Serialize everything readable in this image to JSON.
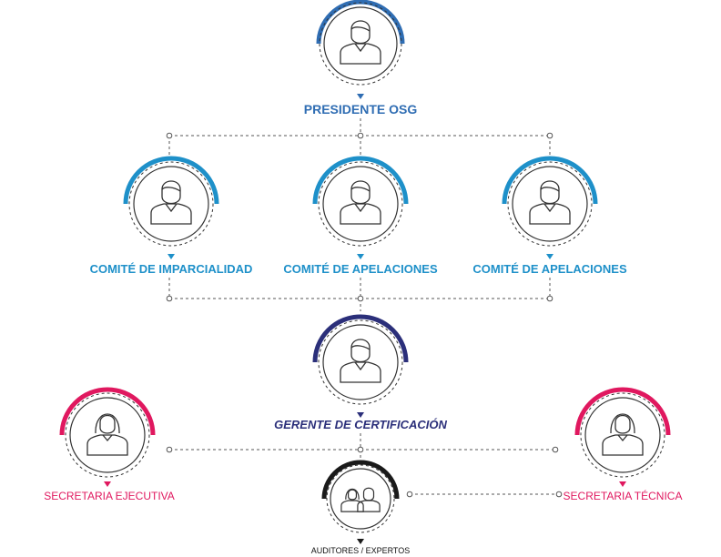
{
  "colors": {
    "president": "#2f6db3",
    "committee": "#1e90c9",
    "manager": "#2b2f7a",
    "secretary": "#e0185f",
    "auditors": "#1a1a1a",
    "connector": "#555555"
  },
  "nodes": {
    "president": {
      "label": "PRESIDENTE OSG",
      "icon": "person-male-icon"
    },
    "committee_1": {
      "label": "COMITÉ DE IMPARCIALIDAD",
      "icon": "person-male-icon"
    },
    "committee_2": {
      "label": "COMITÉ DE APELACIONES",
      "icon": "person-male-icon"
    },
    "committee_3": {
      "label": "COMITÉ DE APELACIONES",
      "icon": "person-male-icon"
    },
    "manager": {
      "label": "GERENTE DE CERTIFICACIÓN",
      "icon": "person-male-icon"
    },
    "secretary_exec": {
      "label": "SECRETARIA EJECUTIVA",
      "icon": "person-female-icon"
    },
    "secretary_tech": {
      "label": "SECRETARIA TÉCNICA",
      "icon": "person-female-icon"
    },
    "auditors": {
      "label": "AUDITORES / EXPERTOS",
      "icon": "group-icon"
    }
  }
}
